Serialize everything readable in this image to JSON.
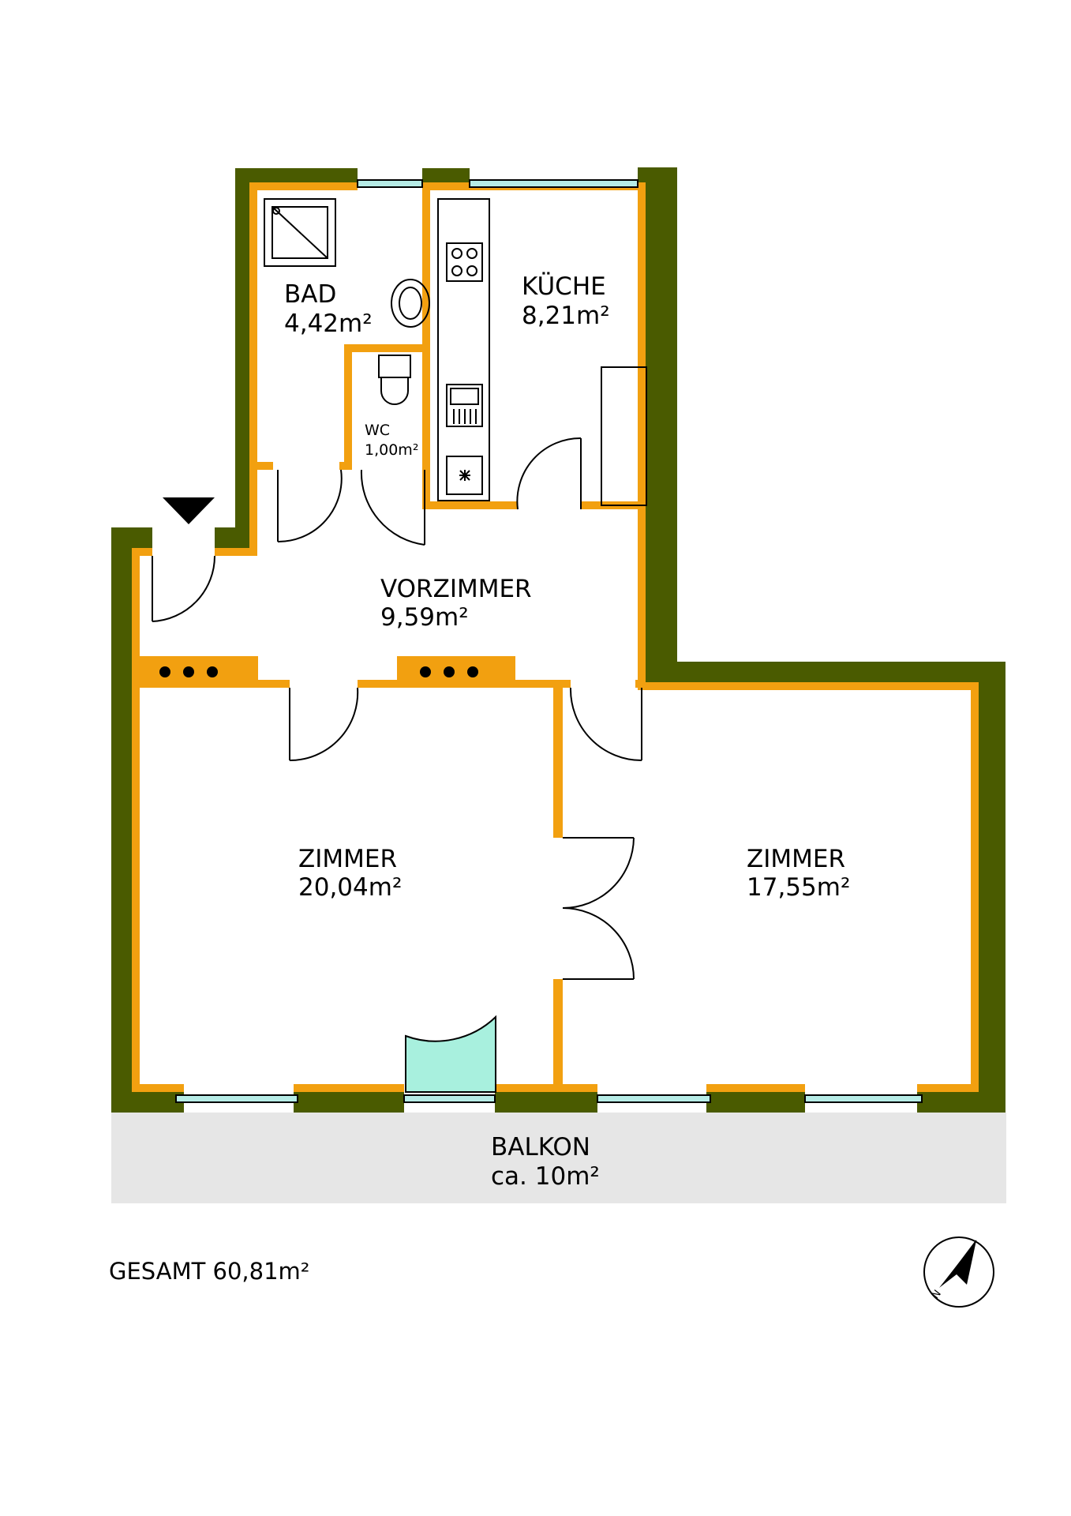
{
  "colors": {
    "outer_wall": "#4a5b00",
    "inner_wall": "#f2a010",
    "window_glass": "#b6ece6",
    "balcony": "#e6e6e6",
    "door_glass": "#a8f0de",
    "line": "#000000",
    "background": "#ffffff"
  },
  "rooms": {
    "bad": {
      "name": "BAD",
      "area": "4,42m²"
    },
    "kueche": {
      "name": "KÜCHE",
      "area": "8,21m²"
    },
    "wc": {
      "name": "WC",
      "area": "1,00m²"
    },
    "vorzimmer": {
      "name": "VORZIMMER",
      "area": "9,59m²"
    },
    "zimmer1": {
      "name": "ZIMMER",
      "area": "20,04m²"
    },
    "zimmer2": {
      "name": "ZIMMER",
      "area": "17,55m²"
    },
    "balkon": {
      "name": "BALKON",
      "area": "ca. 10m²"
    }
  },
  "total": "GESAMT 60,81m²",
  "compass": {
    "letter": "N",
    "icon": "north-arrow-icon"
  },
  "entrance": {
    "icon": "entrance-triangle-icon"
  }
}
